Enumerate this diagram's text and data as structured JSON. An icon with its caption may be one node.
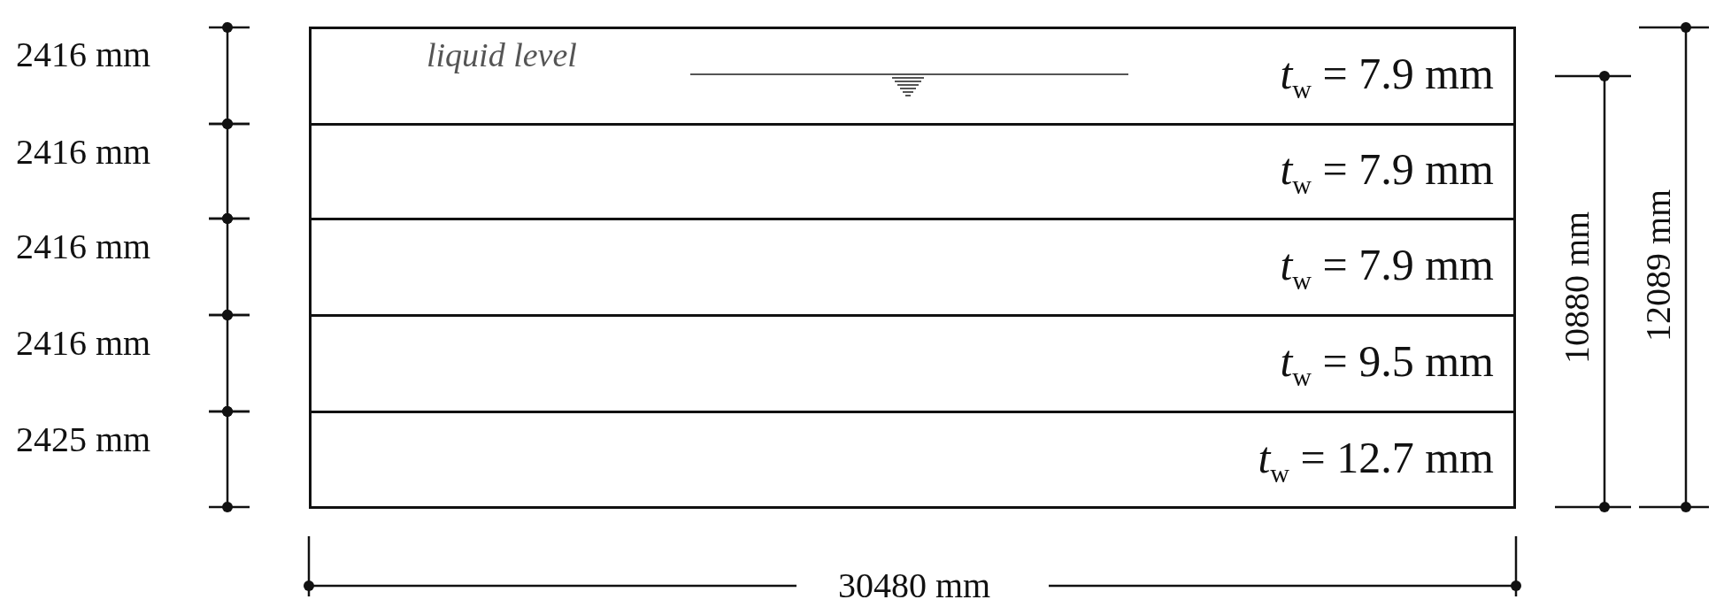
{
  "diagram": {
    "nodes": [
      {
        "text": [
          "*t*$_{w}$ = 7.9 mm"
        ]
      },
      {
        "text": [
          "*t*$_{w}$ = 7.9 mm"
        ]
      },
      {
        "text": [
          "*t*$_{w}$ = 7.9 mm"
        ]
      },
      {
        "text": [
          "*t*$_{w}$ = 9.5 mm"
        ]
      },
      {
        "text": [
          "*t*$_{w}$ = 12.7 mm"
        ]
      }
    ],
    "edges": [],
    "labels": [
      "2416 mm",
      "liquid level",
      "2416 mm",
      "2416 mm",
      "2416 mm",
      "2425 mm",
      "10880 mm",
      "12089 mm",
      "30480 mm"
    ]
  }
}
